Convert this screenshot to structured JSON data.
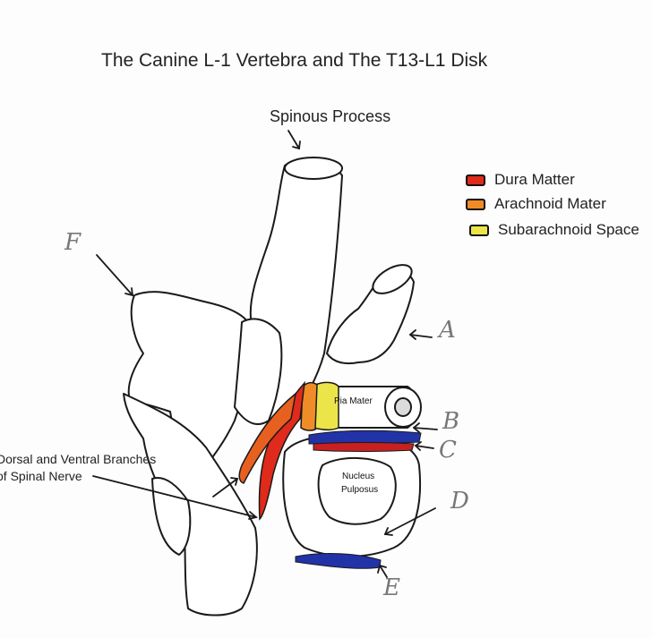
{
  "title": "The Canine L-1 Vertebra and The T13-L1 Disk",
  "labels": {
    "spinous_process": "Spinous Process",
    "pia_mater": "Pia Mater",
    "nucleus_line1": "Nucleus",
    "nucleus_line2": "Pulposus",
    "nerve_line1": "Dorsal and Ventral Branches",
    "nerve_line2": "of Spinal Nerve"
  },
  "letters": {
    "a": "A",
    "b": "B",
    "c": "C",
    "d": "D",
    "e": "E",
    "f": "F"
  },
  "legend": [
    {
      "label": "Dura Matter",
      "color": "#e02a1c"
    },
    {
      "label": "Arachnoid Mater",
      "color": "#f08c28"
    },
    {
      "label": "Subarachnoid Space",
      "color": "#ece54a"
    }
  ],
  "colors": {
    "dura": "#e02a1c",
    "arachnoid": "#f08c28",
    "subarachnoid": "#ece54a",
    "ligament_blue": "#2233a8",
    "outline": "#1a1a1a"
  }
}
